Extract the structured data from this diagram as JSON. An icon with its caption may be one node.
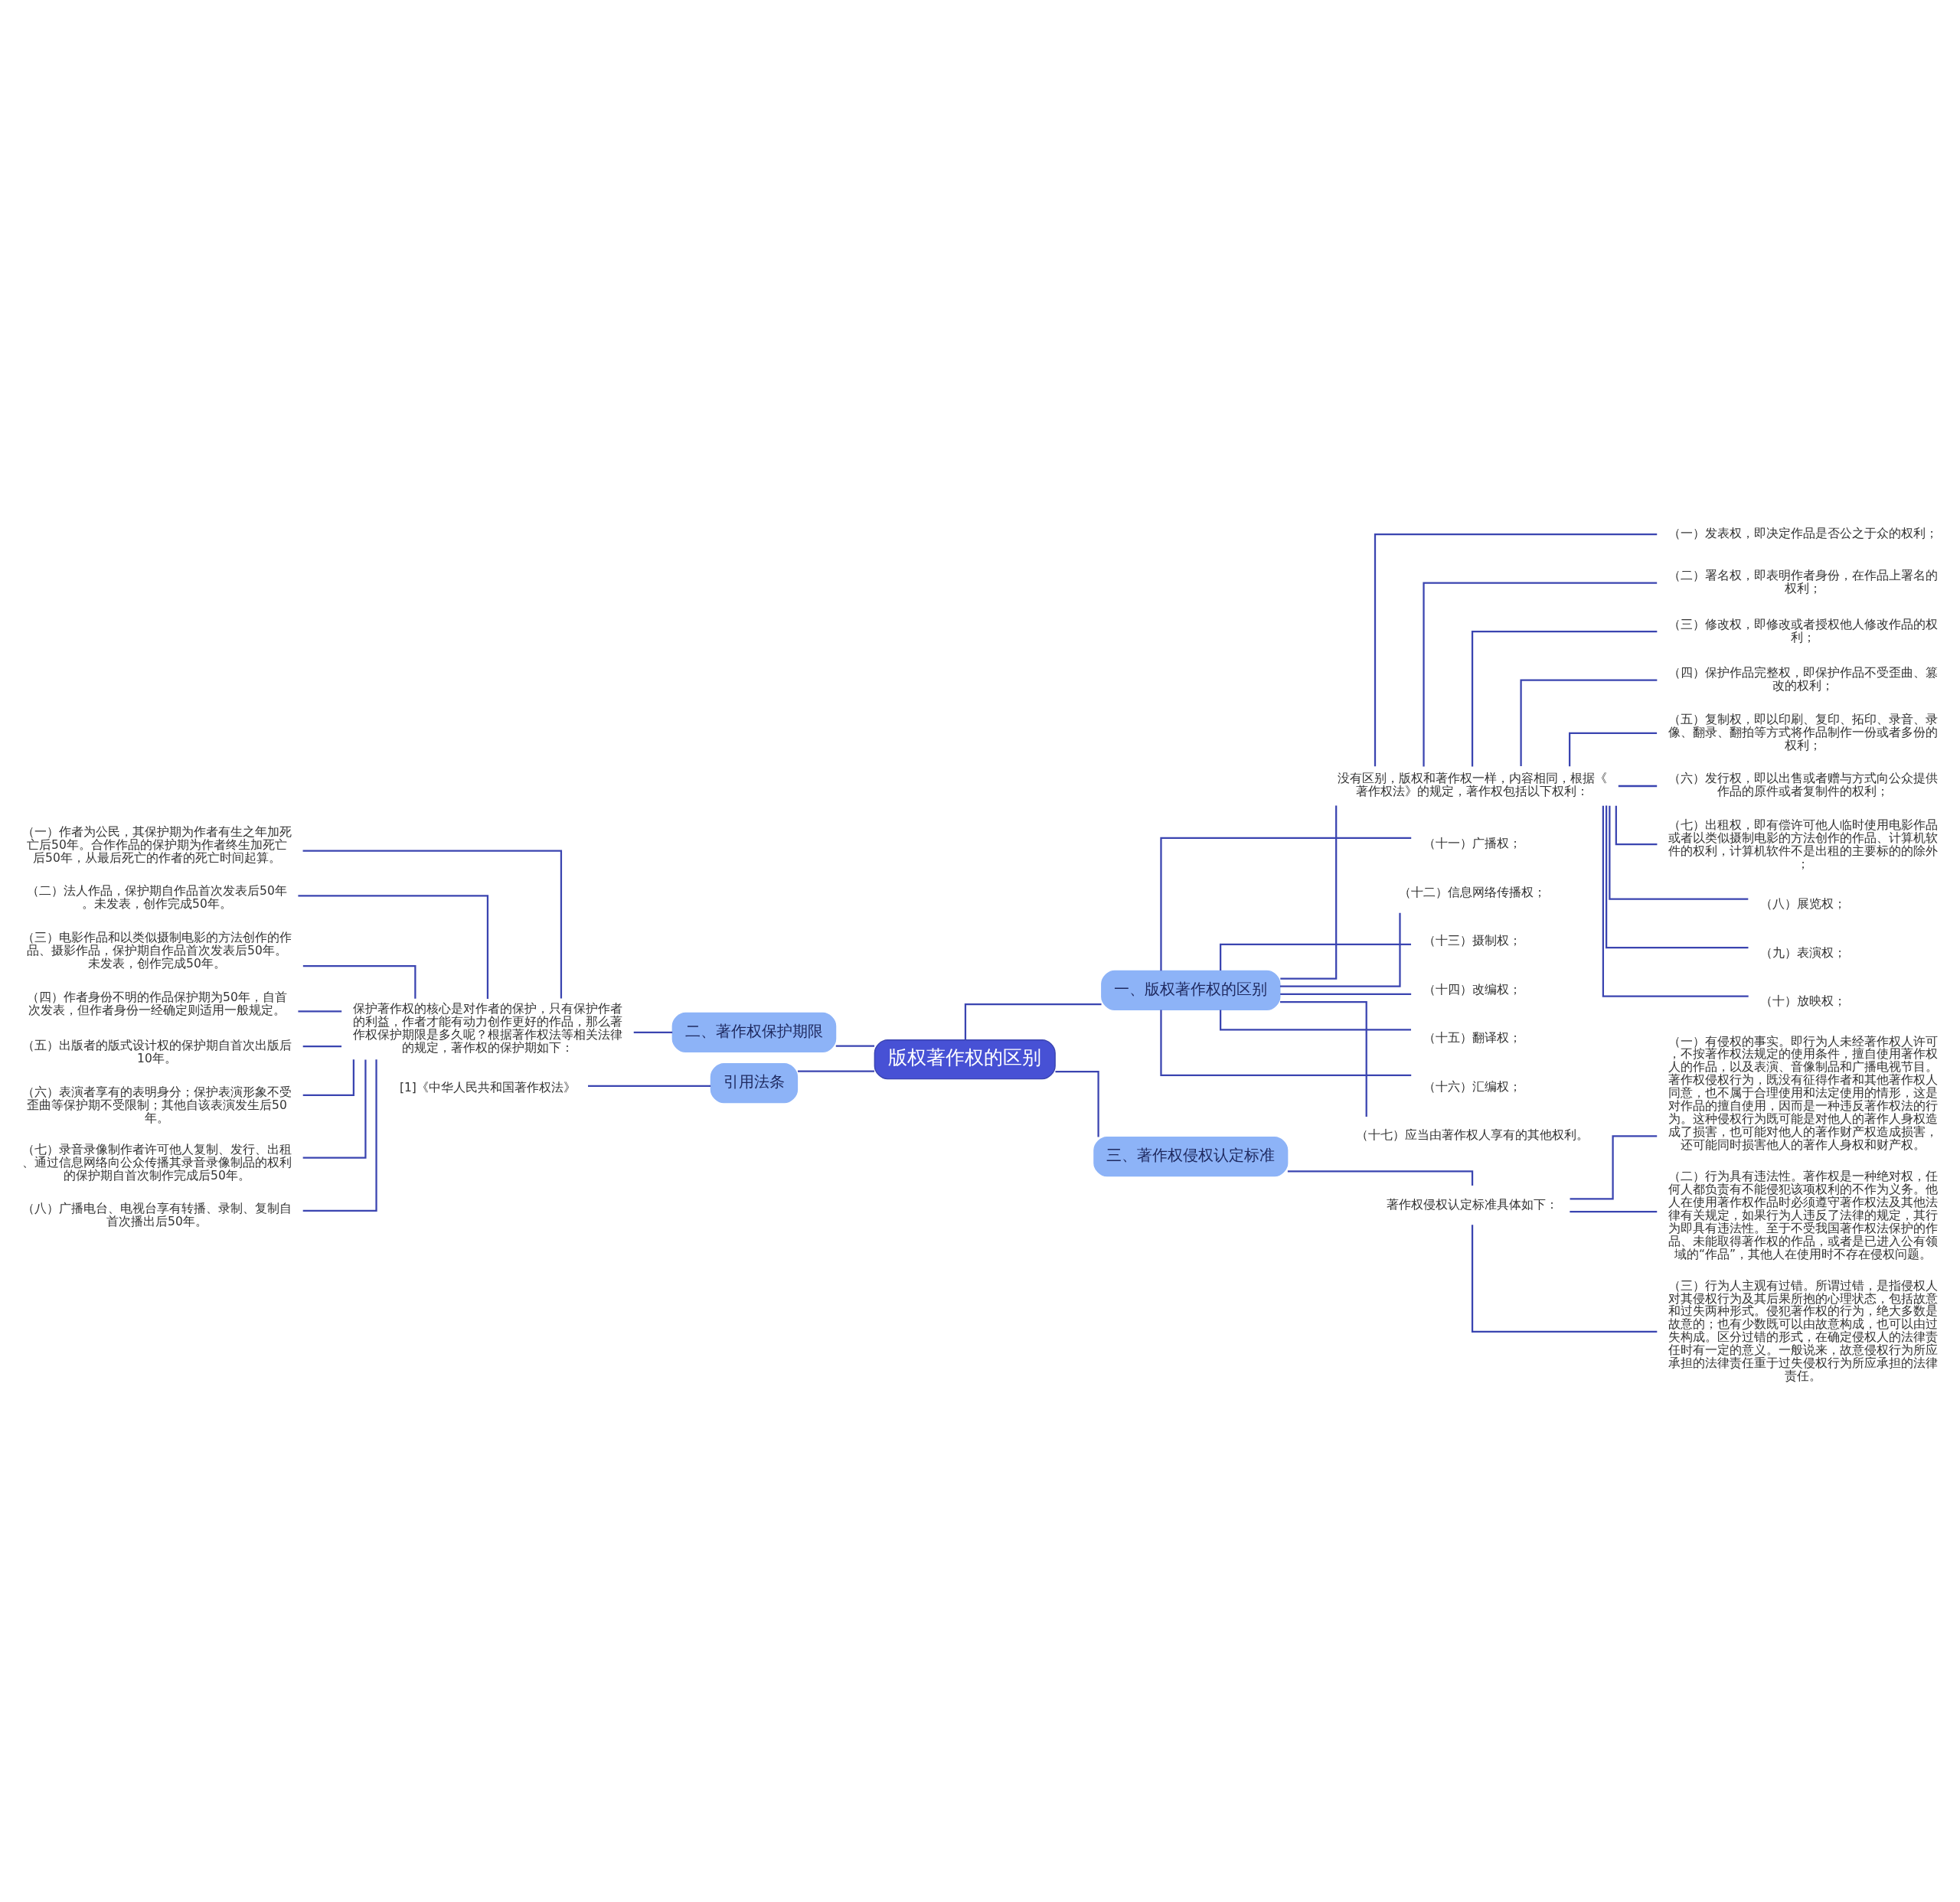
{
  "diagram": {
    "nodes": [
      {
        "text": [
          "版权著作权的区别"
        ]
      },
      {
        "text": [
          "一、版权著作权的区别"
        ]
      },
      {
        "text": [
          "没有区别，版权和著作权一样，内容相同，根据《著作权法》的规定，著作权包括以下权利："
        ]
      },
      {
        "text": [
          "（一）发表权，即决定作品是否公之于众的权利；"
        ]
      },
      {
        "text": [
          "（二）署名权，即表明作者身份，在作品上署名的权利；"
        ]
      },
      {
        "text": [
          "（三）修改权，即修改或者授权他人修改作品的权利；"
        ]
      },
      {
        "text": [
          "（四）保护作品完整权，即保护作品不受歪曲、篡改的权利；"
        ]
      },
      {
        "text": [
          "（五）复制权，即以印刷、复印、拓印、录音、录像、翻录、翻拍等方式将作品制作一份或者多份的权利；"
        ]
      },
      {
        "text": [
          "（六）发行权，即以出售或者赠与方式向公众提供作品的原件或者复制件的权利；"
        ]
      },
      {
        "text": [
          "（七）出租权，即有偿许可他人临时使用电影作品或者以类似摄制电影的方法创作的作品、计算机软件的权利，计算机软件不是出租的主要标的的除外；"
        ]
      },
      {
        "text": [
          "（八）展览权；"
        ]
      },
      {
        "text": [
          "（九）表演权；"
        ]
      },
      {
        "text": [
          "（十）放映权；"
        ]
      },
      {
        "text": [
          "（十一）广播权；"
        ]
      },
      {
        "text": [
          "（十二）信息网络传播权；"
        ]
      },
      {
        "text": [
          "（十三）摄制权；"
        ]
      },
      {
        "text": [
          "（十四）改编权；"
        ]
      },
      {
        "text": [
          "（十五）翻译权；"
        ]
      },
      {
        "text": [
          "（十六）汇编权；"
        ]
      },
      {
        "text": [
          "（十七）应当由著作权人享有的其他权利。"
        ]
      },
      {
        "text": [
          "二、著作权保护期限"
        ]
      },
      {
        "text": [
          "保护著作权的核心是对作者的保护，只有保护作者的利益，作者才能有动力创作更好的作品，那么著作权保护期限是多久呢？根据著作权法等相关法律的规定，著作权的保护期如下："
        ]
      },
      {
        "text": [
          "（一）作者为公民，其保护期为作者有生之年加死亡后50年。合作作品的保护期为作者终生加死亡后50年，从最后死亡的作者的死亡时间起算。"
        ]
      },
      {
        "text": [
          "（二）法人作品，保护期自作品首次发表后50年。未发表，创作完成50年。"
        ]
      },
      {
        "text": [
          "（三）电影作品和以类似摄制电影的方法创作的作品、摄影作品，保护期自作品首次发表后50年。未发表，创作完成50年。"
        ]
      },
      {
        "text": [
          "（四）作者身份不明的作品保护期为50年，自首次发表，但作者身份一经确定则适用一般规定。"
        ]
      },
      {
        "text": [
          "（五）出版者的版式设计权的保护期自首次出版后10年。"
        ]
      },
      {
        "text": [
          "（六）表演者享有的表明身分；保护表演形象不受歪曲等保护期不受限制；其他自该表演发生后50年。"
        ]
      },
      {
        "text": [
          "（七）录音录像制作者许可他人复制、发行、出租、通过信息网络向公众传播其录音录像制品的权利的保护期自首次制作完成后50年。"
        ]
      },
      {
        "text": [
          "（八）广播电台、电视台享有转播、录制、复制自首次播出后50年。"
        ]
      },
      {
        "text": [
          "引用法条"
        ]
      },
      {
        "text": [
          "[1]《中华人民共和国著作权法》"
        ]
      },
      {
        "text": [
          "三、著作权侵权认定标准"
        ]
      },
      {
        "text": [
          "著作权侵权认定标准具体如下："
        ]
      },
      {
        "text": [
          "（一）有侵权的事实。即行为人未经著作权人许可，不按著作权法规定的使用条件，擅自使用著作权人的作品，以及表演、音像制品和广播电视节目。著作权侵权行为，既没有征得作者和其他著作权人同意，也不属于合理使用和法定使用的情形，这是对作品的擅自使用，因而是一种违反著作权法的行为。这种侵权行为既可能是对他人的著作人身权造成了损害，也可能对他人的著作财产权造成损害，还可能同时损害他人的著作人身权和财产权。"
        ]
      },
      {
        "text": [
          "（二）行为具有违法性。著作权是一种绝对权，任何人都负责有不能侵犯该项权利的不作为义务。他人在使用著作权作品时必须遵守著作权法及其他法律有关规定，如果行为人违反了法律的规定，其行为即具有违法性。至于不受我国著作权法保护的作品、未能取得著作权的作品，或者是已进入公有领域的“作品”，其他人在使用时不存在侵权问题。"
        ]
      },
      {
        "text": [
          "（三）行为人主观有过错。所谓过错，是指侵权人对其侵权行为及其后果所抱的心理状态，包括故意和过失两种形式。侵犯著作权的行为，绝大多数是故意的；也有少数既可以由故意构成，也可以由过失构成。区分过错的形式，在确定侵权人的法律责任时有一定的意义。一般说来，故意侵权行为所应承担的法律责任重于过失侵权行为所应承担的法律责任。"
        ]
      }
    ],
    "edges": [
      {
        "from": 0,
        "to": 1,
        "arrow": "none"
      },
      {
        "from": 1,
        "to": 2,
        "arrow": "none"
      },
      {
        "from": 2,
        "to": 3,
        "arrow": "none"
      },
      {
        "from": 2,
        "to": 4,
        "arrow": "none"
      },
      {
        "from": 2,
        "to": 5,
        "arrow": "none"
      },
      {
        "from": 2,
        "to": 6,
        "arrow": "none"
      },
      {
        "from": 2,
        "to": 7,
        "arrow": "none"
      },
      {
        "from": 2,
        "to": 8,
        "arrow": "none"
      },
      {
        "from": 2,
        "to": 9,
        "arrow": "none"
      },
      {
        "from": 2,
        "to": 10,
        "arrow": "none"
      },
      {
        "from": 2,
        "to": 11,
        "arrow": "none"
      },
      {
        "from": 2,
        "to": 12,
        "arrow": "none"
      },
      {
        "from": 1,
        "to": 13,
        "arrow": "none"
      },
      {
        "from": 1,
        "to": 14,
        "arrow": "none"
      },
      {
        "from": 1,
        "to": 15,
        "arrow": "none"
      },
      {
        "from": 1,
        "to": 16,
        "arrow": "none"
      },
      {
        "from": 1,
        "to": 17,
        "arrow": "none"
      },
      {
        "from": 1,
        "to": 18,
        "arrow": "none"
      },
      {
        "from": 1,
        "to": 19,
        "arrow": "none"
      },
      {
        "from": 0,
        "to": 20,
        "arrow": "none"
      },
      {
        "from": 20,
        "to": 21,
        "arrow": "none"
      },
      {
        "from": 21,
        "to": 22,
        "arrow": "none"
      },
      {
        "from": 21,
        "to": 23,
        "arrow": "none"
      },
      {
        "from": 21,
        "to": 24,
        "arrow": "none"
      },
      {
        "from": 21,
        "to": 25,
        "arrow": "none"
      },
      {
        "from": 21,
        "to": 26,
        "arrow": "none"
      },
      {
        "from": 21,
        "to": 27,
        "arrow": "none"
      },
      {
        "from": 21,
        "to": 28,
        "arrow": "none"
      },
      {
        "from": 21,
        "to": 29,
        "arrow": "none"
      },
      {
        "from": 0,
        "to": 30,
        "arrow": "none"
      },
      {
        "from": 30,
        "to": 31,
        "arrow": "none"
      },
      {
        "from": 0,
        "to": 32,
        "arrow": "none"
      },
      {
        "from": 32,
        "to": 33,
        "arrow": "none"
      },
      {
        "from": 33,
        "to": 34,
        "arrow": "none"
      },
      {
        "from": 33,
        "to": 35,
        "arrow": "none"
      },
      {
        "from": 33,
        "to": 36,
        "arrow": "none"
      }
    ]
  }
}
